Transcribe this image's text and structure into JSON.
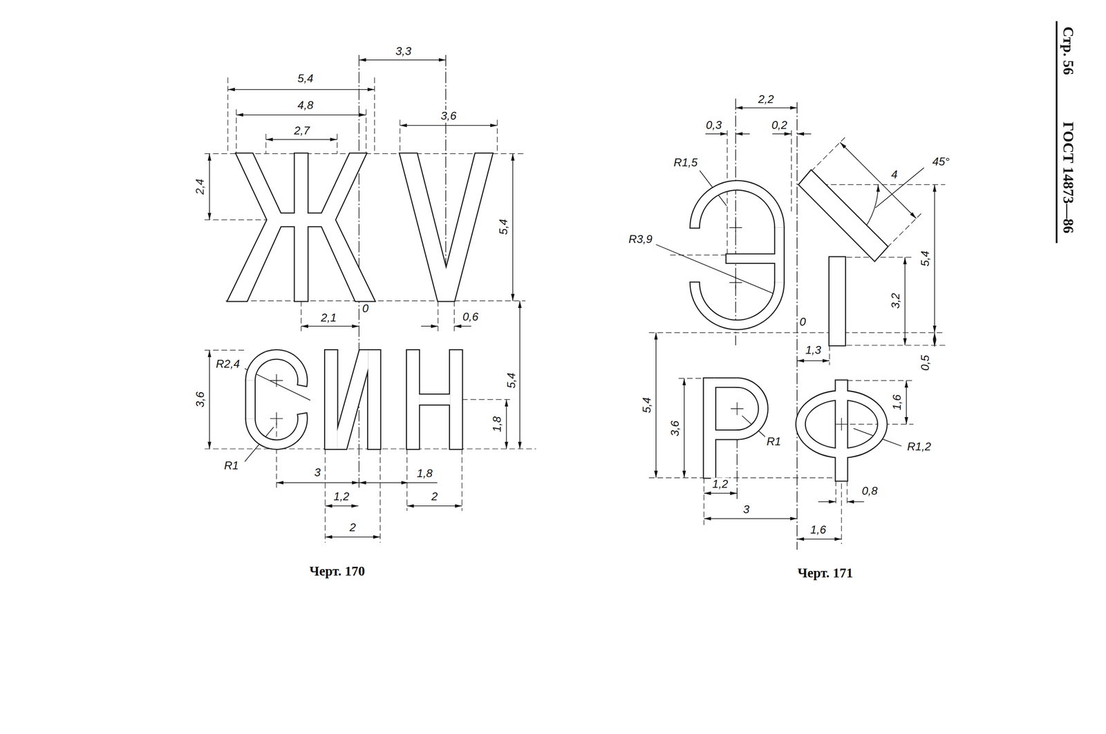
{
  "diagram": {
    "labels": [
      "Стр. 56",
      "ГОСТ 14873—86",
      "3,3",
      "5,4",
      "4,8",
      "2,7",
      "3,6",
      "2,4",
      "5,4",
      "2,1",
      "0",
      "0,6",
      "R2,4",
      "3,6",
      "R1",
      "5,4",
      "1,8",
      "3",
      "1,8",
      "1,2",
      "2",
      "2",
      "Черт. 170",
      "2,2",
      "0,3",
      "0,2",
      "R1,5",
      "4",
      "45°",
      "R3,9",
      "5,4",
      "3,2",
      "0",
      "1,3",
      "0,5",
      "5,4",
      "1,6",
      "3,6",
      "R1",
      "R1,2",
      "1,2",
      "0,8",
      "3",
      "1,6",
      "Черт. 171"
    ]
  }
}
